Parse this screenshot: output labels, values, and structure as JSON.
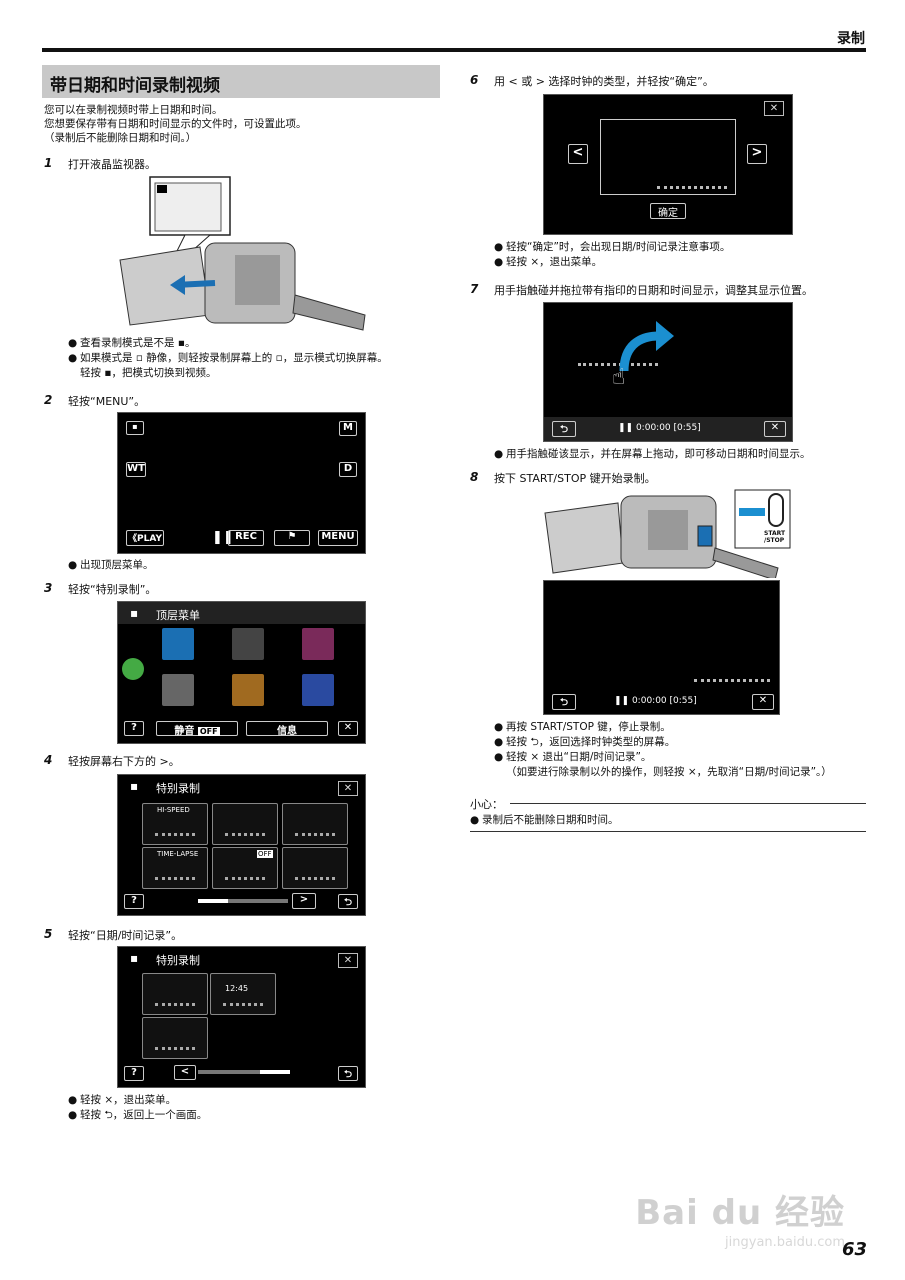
{
  "header": {
    "section": "录制"
  },
  "title": "带日期和时间录制视频",
  "intro": [
    "您可以在录制视频时带上日期和时间。",
    "您想要保存带有日期和时间显示的文件时，可设置此项。",
    "（录制后不能删除日期和时间。）"
  ],
  "steps": {
    "s1": {
      "num": "1",
      "text": "打开液晶监视器。",
      "bullets": [
        "查看录制模式是不是 ▪。",
        "如果模式是 ▫ 静像，则轻按录制屏幕上的 ▫，显示模式切换屏幕。",
        "轻按 ▪，把模式切换到视频。"
      ]
    },
    "s2": {
      "num": "2",
      "text": "轻按“MENU”。",
      "bullets": [
        "出现顶层菜单。"
      ],
      "screen": {
        "m": "M",
        "wt": "WT",
        "d": "D",
        "play": "《PLAY",
        "rec": "REC",
        "menu": "MENU"
      }
    },
    "s3": {
      "num": "3",
      "text": "轻按“特别录制”。",
      "screen": {
        "title": "顶层菜单",
        "mute": "静音",
        "mute_state": "OFF",
        "info": "信息",
        "help": "?"
      }
    },
    "s4": {
      "num": "4",
      "text": "轻按屏幕右下方的 >。",
      "screen": {
        "title": "特别录制",
        "hispeed": "HI-SPEED",
        "timelapse": "TIME-LAPSE",
        "off": "OFF",
        "help": "?"
      }
    },
    "s5": {
      "num": "5",
      "text": "轻按“日期/时间记录”。",
      "bullets": [
        "轻按 ×，退出菜单。",
        "轻按 ⮌，返回上一个画面。"
      ],
      "screen": {
        "title": "特别录制",
        "clock": "12:45",
        "help": "?"
      }
    },
    "s6": {
      "num": "6",
      "text": "用 < 或 > 选择时钟的类型，并轻按“确定”。",
      "bullets": [
        "轻按“确定”时，会出现日期/时间记录注意事项。",
        "轻按 ×，退出菜单。"
      ],
      "screen": {
        "ok": "确定"
      }
    },
    "s7": {
      "num": "7",
      "text": "用手指触碰并拖拉带有指印的日期和时间显示，调整其显示位置。",
      "bullets": [
        "用手指触碰该显示，并在屏幕上拖动，即可移动日期和时间显示。"
      ],
      "screen": {
        "time": "0:00:00",
        "remain": "[0:55]"
      }
    },
    "s8": {
      "num": "8",
      "text": "按下 START/STOP 键开始录制。",
      "bullets": [
        "再按 START/STOP 键，停止录制。",
        "轻按 ⮌，返回选择时钟类型的屏幕。",
        "轻按 × 退出“日期/时间记录”。",
        "（如要进行除录制以外的操作，则轻按 ×，先取消“日期/时间记录”。）"
      ],
      "screen": {
        "time": "0:00:00",
        "remain": "[0:55]",
        "startstop": "START /STOP"
      }
    }
  },
  "caution": {
    "label": "小心：",
    "text": "录制后不能删除日期和时间。"
  },
  "page_number": "63",
  "watermark": {
    "logo": "Bai du 经验",
    "url": "jingyan.baidu.com"
  }
}
